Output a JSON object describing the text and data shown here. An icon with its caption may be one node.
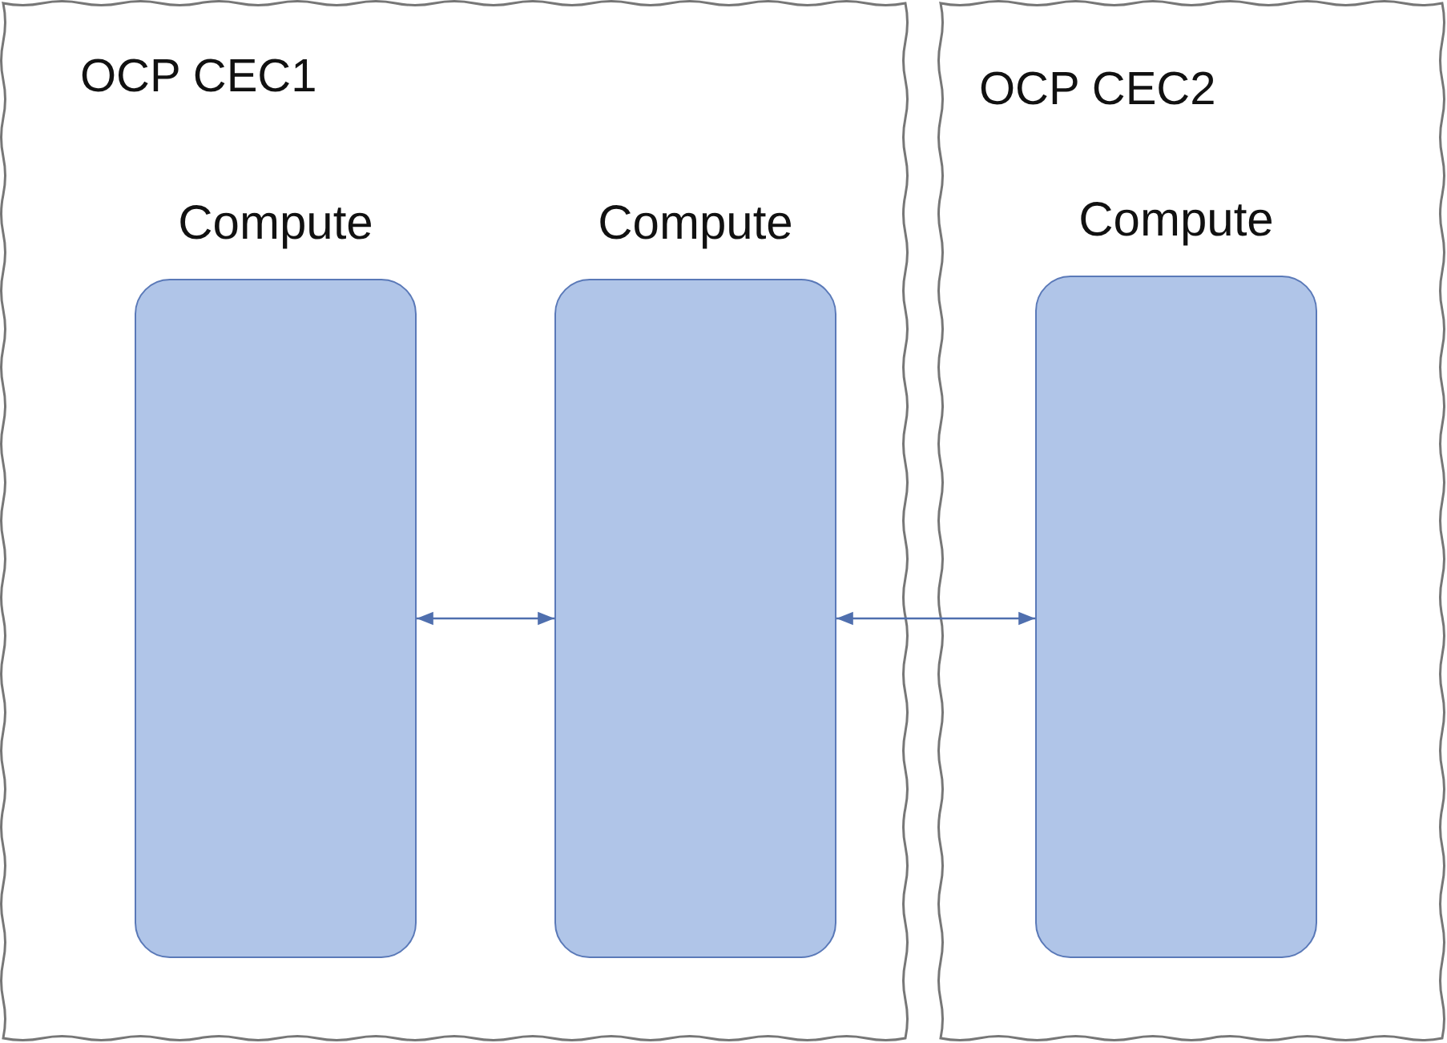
{
  "diagram": {
    "nodes": [
      {
        "text": [
          "OCP CEC1"
        ]
      },
      {
        "text": [
          "Compute"
        ],
        "in": 0
      },
      {
        "text": [
          "Compute"
        ],
        "in": 0
      },
      {
        "text": [
          "OCP CEC2"
        ]
      },
      {
        "text": [
          "Compute"
        ],
        "in": 3
      }
    ],
    "edges": [
      {
        "from": 1,
        "to": 2,
        "arrow": "both"
      },
      {
        "from": 2,
        "to": 4,
        "arrow": "both"
      }
    ]
  }
}
